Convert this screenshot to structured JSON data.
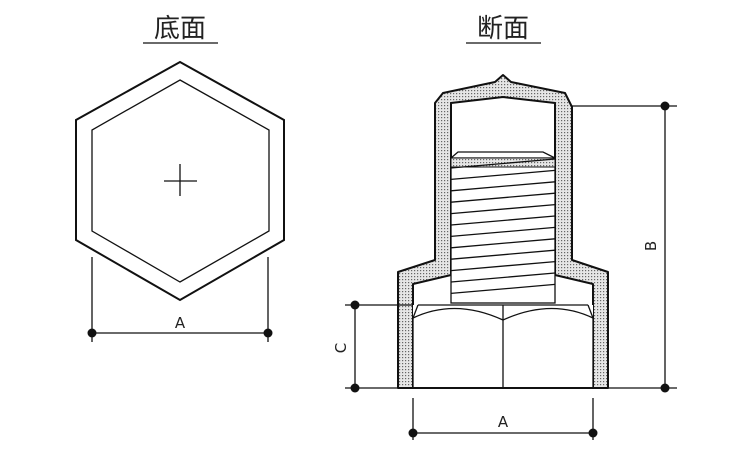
{
  "titles": {
    "bottom_view": "底面",
    "section_view": "断面"
  },
  "dimensions": {
    "bottom_width": "A",
    "section_width": "A",
    "height_total": "B",
    "nut_height": "C"
  },
  "colors": {
    "line": "#111111",
    "shading": "#b5b5b5"
  }
}
